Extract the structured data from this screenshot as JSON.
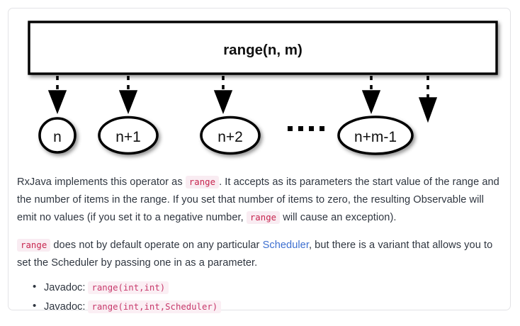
{
  "diagram": {
    "operator_box_label": "range(n, m)",
    "timeline_items": [
      {
        "label": "n"
      },
      {
        "label": "n+1"
      },
      {
        "label": "n+2"
      },
      {
        "label": "n+m-1"
      }
    ],
    "ellipsis": "....",
    "completion_marker": "|",
    "colors": {
      "stroke": "#000000",
      "fill": "#ffffff"
    }
  },
  "content": {
    "paragraph1": {
      "part1": "RxJava implements this operator as",
      "code1": "range",
      "part2": ". It accepts as its parameters the start value of the range and the number of items in the range. If you set that number of items to zero, the resulting Observable will emit no values (if you set it to a negative number,",
      "code2": "range",
      "part3": "will cause an exception)."
    },
    "paragraph2": {
      "code1": "range",
      "part1": "does not by default operate on any particular",
      "link": "Scheduler",
      "part2": ", but there is a variant that allows you to set the Scheduler by passing one in as a parameter."
    },
    "javadoc_list": [
      {
        "label": "Javadoc:",
        "code": "range(int,int)"
      },
      {
        "label": "Javadoc:",
        "code": "range(int,int,Scheduler)"
      }
    ]
  }
}
